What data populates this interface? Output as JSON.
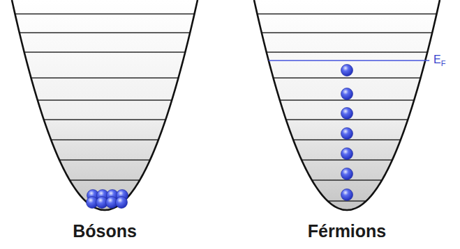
{
  "diagram": {
    "labels": [
      "E",
      "F",
      "Bósons",
      "Férmions"
    ]
  }
}
